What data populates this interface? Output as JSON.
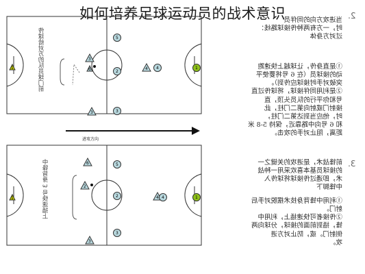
{
  "headline": "如何培养足球运动员的战术意识",
  "arrow_caption": "进攻方向",
  "section_2": {
    "number": "2.",
    "title_lines": "当进攻方向的同伴员\n时，一方有两种传接球路线：\n过对方身体",
    "body_lines": "①是直身传，让球越上快速跑\n动的接球员（在 6 号将要使平\n突破对手时接球应传到）。\n②是利用同伴接球，将球传过直\n号和你平行的队员头顶，直\n接射门或射向第二门柱，此\n时，他应当到达第二门柱，\n和 6 号向中路靠近，保持 5-8 米\n距离，阻止对手的攻击。"
  },
  "section_3": {
    "number": "3.",
    "title_lines": "前锋战术，是进攻的关键之一\n的接球员基本喜欢采用一种战\n术，即通过传接球将球传入\n中锋脚下",
    "body_lines": "①利用中锋背身技术摆脱对手后\n射门。\n②传接者可快速插上，利用中\n锋，插到前面的接球，分球向两\n侧射门。或，防止对方进\n攻。"
  },
  "upper_field": {
    "side_note": "传球给对方的队员球门前",
    "players": [
      "1",
      "2",
      "3",
      "4",
      "5",
      "2",
      "6"
    ]
  },
  "lower_field": {
    "side_note": "中锋背身 3 号快速插上",
    "players": [
      "1",
      "2",
      "3",
      "4",
      "5",
      "6",
      "2"
    ]
  }
}
